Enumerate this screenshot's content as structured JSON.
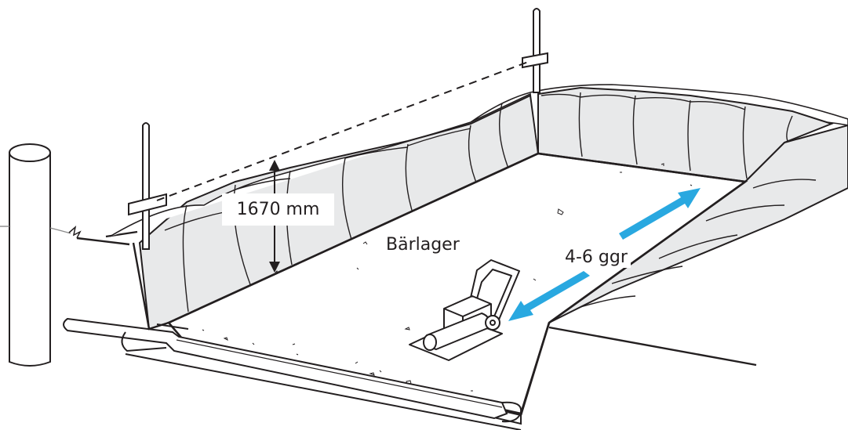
{
  "labels": {
    "height": "1670 mm",
    "layer": "Bärlager",
    "passes": "4-6 ggr"
  },
  "colors": {
    "line": "#231f20",
    "wall": "#e8e9ea",
    "arrow": "#29a8e0",
    "background": "#ffffff"
  },
  "icons": {
    "compactor": "plate-compactor-icon",
    "arrows": "direction-arrow-icon",
    "fence": "fence-post-icon",
    "pole": "round-pole-icon"
  }
}
